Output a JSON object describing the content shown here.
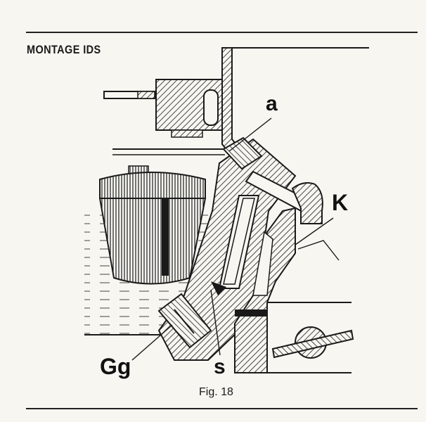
{
  "heading": "MONTAGE IDS",
  "caption": "Fig. 18",
  "labels": {
    "a": "a",
    "K": "K",
    "Gg": "Gg",
    "s": "s"
  },
  "colors": {
    "ink": "#1a1a1a",
    "paper": "#f7f6f1"
  }
}
